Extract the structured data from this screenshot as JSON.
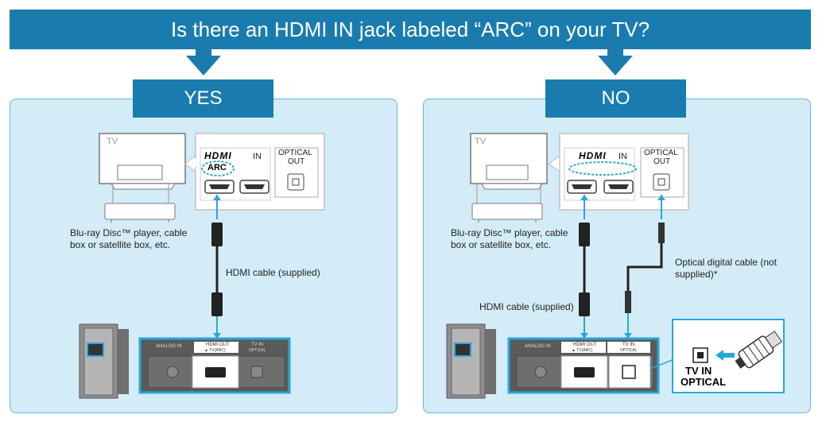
{
  "banner": {
    "question": "Is there an HDMI IN jack labeled “ARC” on your TV?"
  },
  "yes_panel": {
    "title": "YES",
    "tv_label": "TV",
    "hdmi_logo": "HDMI",
    "hdmi_in": "IN",
    "arc_label": "ARC",
    "optical_label_1": "OPTICAL",
    "optical_label_2": "OUT",
    "player_caption_1": "Blu-ray Disc™ player, cable",
    "player_caption_2": "box or satellite box, etc.",
    "hdmi_cable": "HDMI cable (supplied)",
    "rear_analog": "ANALOG IN",
    "rear_hdmi_out_1": "HDMI OUT",
    "rear_hdmi_out_2": "▲ TV(ARC)",
    "rear_tv_in_1": "TV IN",
    "rear_tv_in_2": "OPTICAL"
  },
  "no_panel": {
    "title": "NO",
    "tv_label": "TV",
    "hdmi_logo": "HDMI",
    "hdmi_in": "IN",
    "optical_label_1": "OPTICAL",
    "optical_label_2": "OUT",
    "player_caption_1": "Blu-ray Disc™ player, cable",
    "player_caption_2": "box or satellite box, etc.",
    "optical_cable_1": "Optical digital cable (not",
    "optical_cable_2": "supplied)*",
    "hdmi_cable": "HDMI cable (supplied)",
    "rear_analog": "ANALOG IN",
    "rear_hdmi_out_1": "HDMI OUT",
    "rear_hdmi_out_2": "▲ TV(ARC)",
    "rear_tv_in_1": "TV IN",
    "rear_tv_in_2": "OPTICAL",
    "inset_label_1": "TV IN",
    "inset_label_2": "OPTICAL"
  },
  "colors": {
    "accent": "#1a7cae",
    "panel": "#d3ecf8",
    "highlight": "#2aa6dc"
  }
}
